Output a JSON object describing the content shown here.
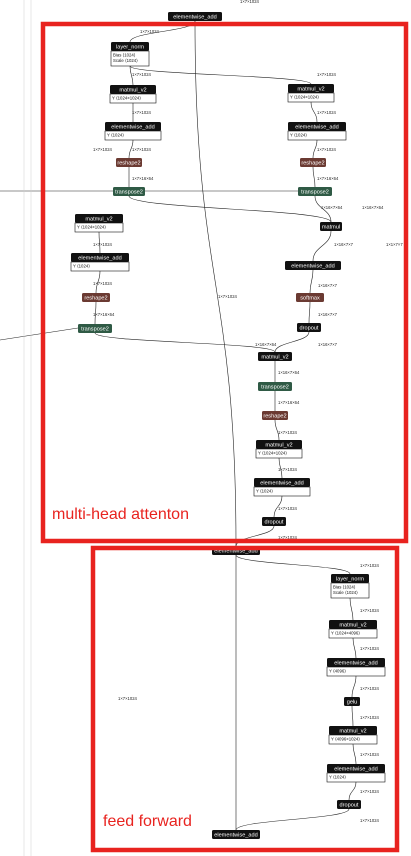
{
  "colors": {
    "node_default": "#111111",
    "node_reshape": "#6b3a32",
    "node_transpose": "#2f5a45",
    "edge": "#222222",
    "highlight_box": "#e8231f",
    "caption": "#e8231f"
  },
  "sections": {
    "attention_caption": "multi-head attenton",
    "ffn_caption": "feed forward"
  },
  "nodes": [
    {
      "id": "n_add_top",
      "label": "elementwise_add",
      "kind": "default",
      "interactable": true
    },
    {
      "id": "n_ln1",
      "label": "layer_norm",
      "kind": "default",
      "params": [
        {
          "k": "Bias",
          "v": "⟨1024⟩"
        },
        {
          "k": "Scale",
          "v": "⟨1024⟩"
        }
      ]
    },
    {
      "id": "n_mm_q",
      "label": "matmul_v2",
      "kind": "default",
      "params": [
        {
          "k": "Y",
          "v": "⟨1024×1024⟩"
        }
      ]
    },
    {
      "id": "n_add_q",
      "label": "elementwise_add",
      "kind": "default",
      "params": [
        {
          "k": "Y",
          "v": "⟨1024⟩"
        }
      ]
    },
    {
      "id": "n_rs_q",
      "label": "reshape2",
      "kind": "reshape"
    },
    {
      "id": "n_tr_q",
      "label": "transpose2",
      "kind": "transpose"
    },
    {
      "id": "n_mm_k",
      "label": "matmul_v2",
      "kind": "default",
      "params": [
        {
          "k": "Y",
          "v": "⟨1024×1024⟩"
        }
      ]
    },
    {
      "id": "n_add_k",
      "label": "elementwise_add",
      "kind": "default",
      "params": [
        {
          "k": "Y",
          "v": "⟨1024⟩"
        }
      ]
    },
    {
      "id": "n_rs_k",
      "label": "reshape2",
      "kind": "reshape"
    },
    {
      "id": "n_tr_k",
      "label": "transpose2",
      "kind": "transpose"
    },
    {
      "id": "n_mm_v",
      "label": "matmul_v2",
      "kind": "default",
      "params": [
        {
          "k": "Y",
          "v": "⟨1024×1024⟩"
        }
      ]
    },
    {
      "id": "n_add_v",
      "label": "elementwise_add",
      "kind": "default",
      "params": [
        {
          "k": "Y",
          "v": "⟨1024⟩"
        }
      ]
    },
    {
      "id": "n_rs_v",
      "label": "reshape2",
      "kind": "reshape"
    },
    {
      "id": "n_tr_v",
      "label": "transpose2",
      "kind": "transpose"
    },
    {
      "id": "n_matmul",
      "label": "matmul",
      "kind": "default"
    },
    {
      "id": "n_add_mask",
      "label": "elementwise_add",
      "kind": "default"
    },
    {
      "id": "n_softmax",
      "label": "softmax",
      "kind": "reshape"
    },
    {
      "id": "n_drop1",
      "label": "dropout",
      "kind": "default"
    },
    {
      "id": "n_mm_ctx",
      "label": "matmul_v2",
      "kind": "default"
    },
    {
      "id": "n_tr_o",
      "label": "transpose2",
      "kind": "transpose"
    },
    {
      "id": "n_rs_o",
      "label": "reshape2",
      "kind": "reshape"
    },
    {
      "id": "n_mm_o",
      "label": "matmul_v2",
      "kind": "default",
      "params": [
        {
          "k": "Y",
          "v": "⟨1024×1024⟩"
        }
      ]
    },
    {
      "id": "n_add_o",
      "label": "elementwise_add",
      "kind": "default",
      "params": [
        {
          "k": "Y",
          "v": "⟨1024⟩"
        }
      ]
    },
    {
      "id": "n_drop2",
      "label": "dropout",
      "kind": "default"
    },
    {
      "id": "n_add_res1",
      "label": "elementwise_add",
      "kind": "default"
    },
    {
      "id": "n_ln2",
      "label": "layer_norm",
      "kind": "default",
      "params": [
        {
          "k": "Bias",
          "v": "⟨1024⟩"
        },
        {
          "k": "Scale",
          "v": "⟨1024⟩"
        }
      ]
    },
    {
      "id": "n_mm_f1",
      "label": "matmul_v2",
      "kind": "default",
      "params": [
        {
          "k": "Y",
          "v": "⟨1024×4096⟩"
        }
      ]
    },
    {
      "id": "n_add_f1",
      "label": "elementwise_add",
      "kind": "default",
      "params": [
        {
          "k": "Y",
          "v": "⟨4096⟩"
        }
      ]
    },
    {
      "id": "n_gelu",
      "label": "gelu",
      "kind": "default"
    },
    {
      "id": "n_mm_f2",
      "label": "matmul_v2",
      "kind": "default",
      "params": [
        {
          "k": "Y",
          "v": "⟨4096×1024⟩"
        }
      ]
    },
    {
      "id": "n_add_f2",
      "label": "elementwise_add",
      "kind": "default",
      "params": [
        {
          "k": "Y",
          "v": "⟨1024⟩"
        }
      ]
    },
    {
      "id": "n_drop3",
      "label": "dropout",
      "kind": "default"
    },
    {
      "id": "n_add_res2",
      "label": "elementwise_add",
      "kind": "default"
    }
  ],
  "edge_labels": {
    "top": "1×7×1024",
    "b": "1×7×1024",
    "bias": "1×1×7×7",
    "hd": "1×7×16×64",
    "hd2": "1×16×7×64",
    "att": "1×16×7×7",
    "mask": "1×16×7×7"
  },
  "footer_label": "1×7×1024"
}
